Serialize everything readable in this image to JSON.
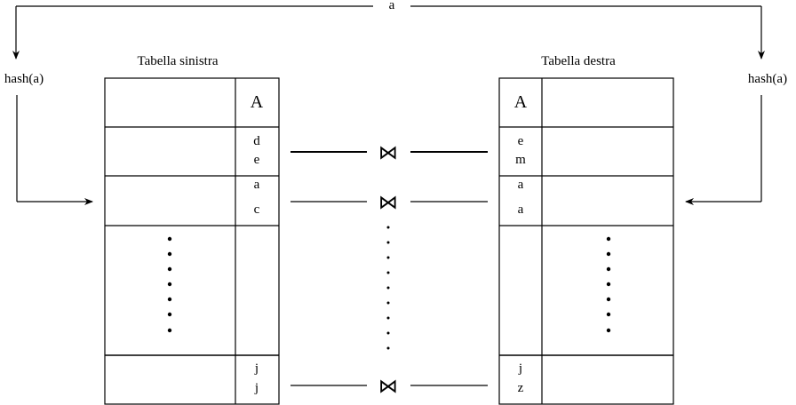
{
  "diagram": {
    "top_label": "a",
    "left_hash_label": "hash(a)",
    "right_hash_label": "hash(a)",
    "left_table": {
      "title": "Tabella sinistra",
      "header": "A",
      "rows": [
        {
          "v1": "d",
          "v2": "e"
        },
        {
          "v1": "a",
          "v2": "c"
        },
        {
          "v1": "j",
          "v2": "j"
        }
      ]
    },
    "right_table": {
      "title": "Tabella destra",
      "header": "A",
      "rows": [
        {
          "v1": "e",
          "v2": "m"
        },
        {
          "v1": "a",
          "v2": "a"
        },
        {
          "v1": "j",
          "v2": "z"
        }
      ]
    },
    "join_symbol": "⋈"
  }
}
